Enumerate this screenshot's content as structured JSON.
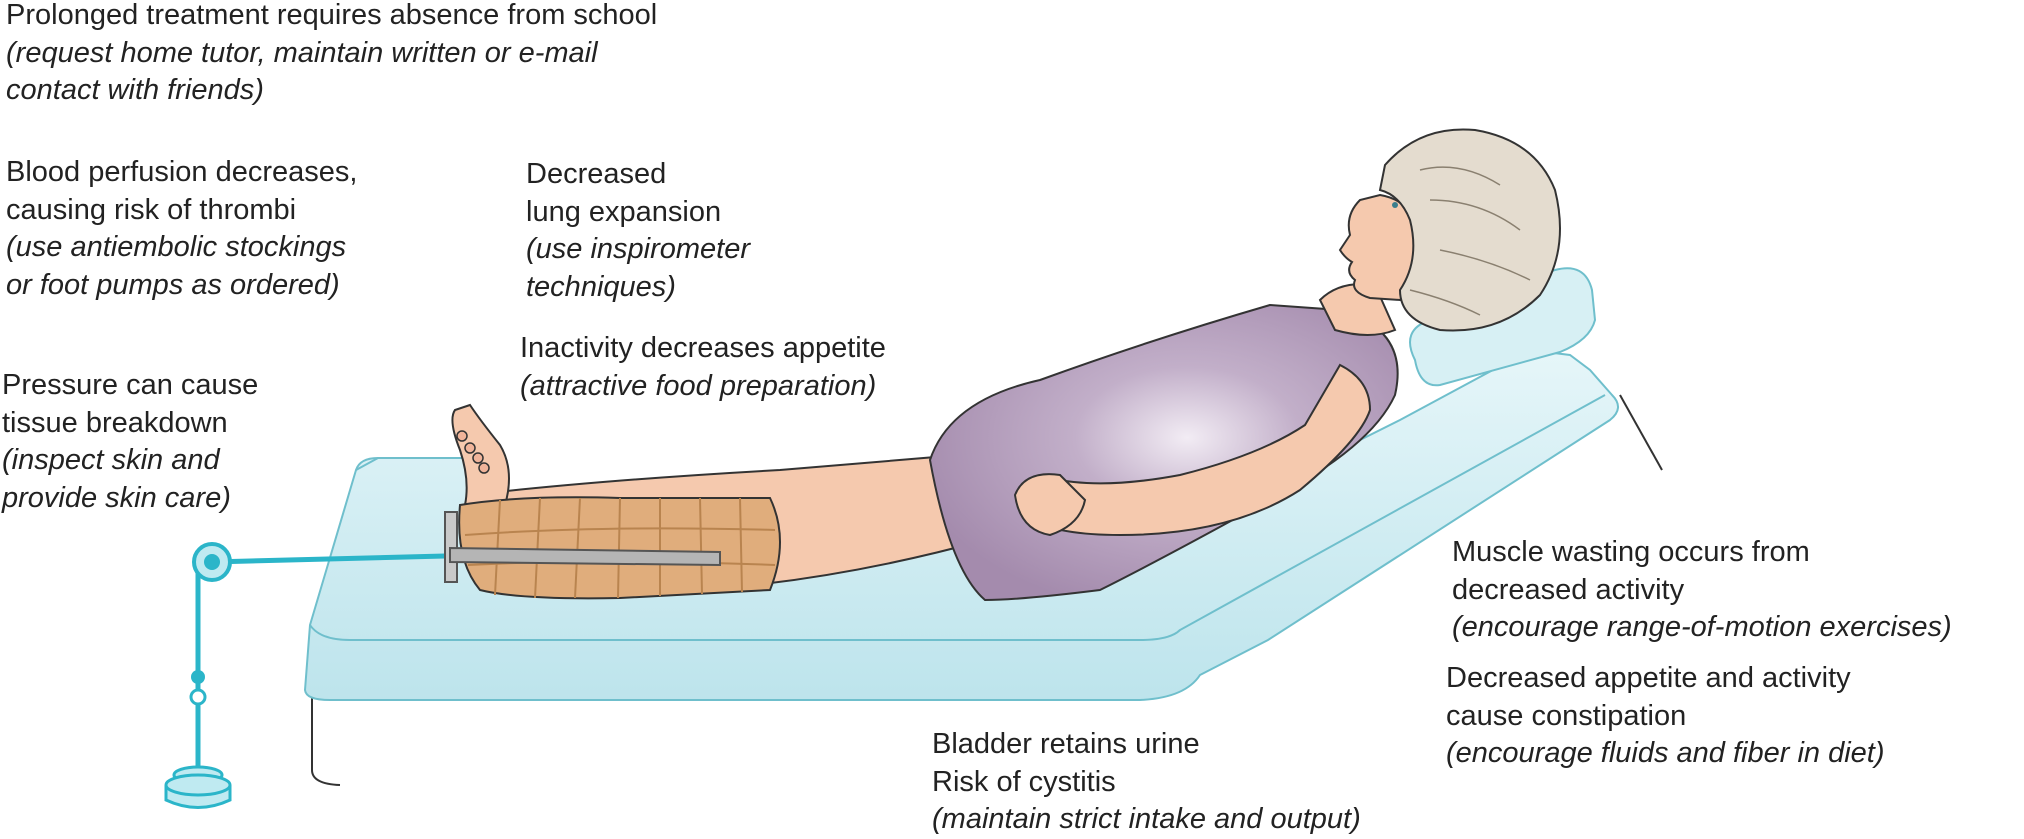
{
  "annotations": [
    {
      "id": "school",
      "lines": [
        "Prolonged treatment requires absence from school"
      ],
      "notes": [
        "(request home tutor, maintain written or e-mail",
        "contact with friends)"
      ]
    },
    {
      "id": "perfusion",
      "lines": [
        "Blood perfusion decreases,",
        "causing risk of thrombi"
      ],
      "notes": [
        "(use antiembolic stockings",
        "or foot pumps as ordered)"
      ]
    },
    {
      "id": "lung",
      "lines": [
        "Decreased",
        "lung expansion"
      ],
      "notes": [
        "(use inspirometer",
        "techniques)"
      ]
    },
    {
      "id": "appetite",
      "lines": [
        "Inactivity decreases appetite"
      ],
      "notes": [
        "(attractive food preparation)"
      ]
    },
    {
      "id": "pressure",
      "lines": [
        "Pressure can cause",
        "tissue breakdown"
      ],
      "notes": [
        "(inspect skin and",
        "provide skin care)"
      ]
    },
    {
      "id": "muscle",
      "lines": [
        "Muscle wasting occurs from",
        "decreased activity"
      ],
      "notes": [
        "(encourage range-of-motion exercises)"
      ]
    },
    {
      "id": "constipation",
      "lines": [
        "Decreased appetite and activity",
        "cause constipation"
      ],
      "notes": [
        "(encourage fluids and fiber in diet)"
      ]
    },
    {
      "id": "bladder",
      "lines": [
        "Bladder retains urine",
        "Risk of cystitis"
      ],
      "notes": [
        "(maintain strict intake and output)"
      ]
    }
  ],
  "colors": {
    "mattress": "#cfeef3",
    "mattress_edge": "#7fcad6",
    "skin": "#f5c9ae",
    "skin_shadow": "#e9ad90",
    "gown": "#a88fb0",
    "gown_light": "#ddd0e2",
    "cast": "#e0ad7c",
    "cast_line": "#b9844f",
    "hair": "#e4dccf",
    "traction": "#2bb5c9",
    "rod": "#b0b0b0",
    "outline": "#333333"
  },
  "icons": [
    "traction-pulley-icon",
    "traction-weight-icon"
  ]
}
